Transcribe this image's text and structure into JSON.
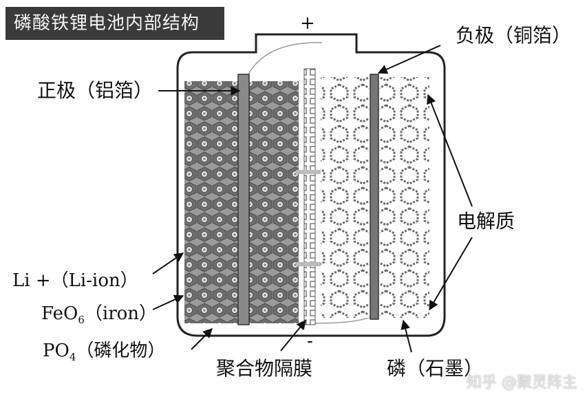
{
  "title": "磷酸铁锂电池内部结构",
  "terminal_plus": "+",
  "terminal_minus": "-",
  "labels": {
    "negative_electrode": "负极（铜箔）",
    "positive_electrode": "正极（铝箔）",
    "electrolyte": "电解质",
    "li_ion": "Li +（Li-ion）",
    "feo6_main": "FeO",
    "feo6_sub": "6",
    "feo6_tail": "（iron）",
    "po4_main": "PO",
    "po4_sub": "4",
    "po4_tail": "（磷化物）",
    "separator": "聚合物隔膜",
    "graphite": "磷（石墨）"
  },
  "watermark": "知乎 @聚灵阵主"
}
